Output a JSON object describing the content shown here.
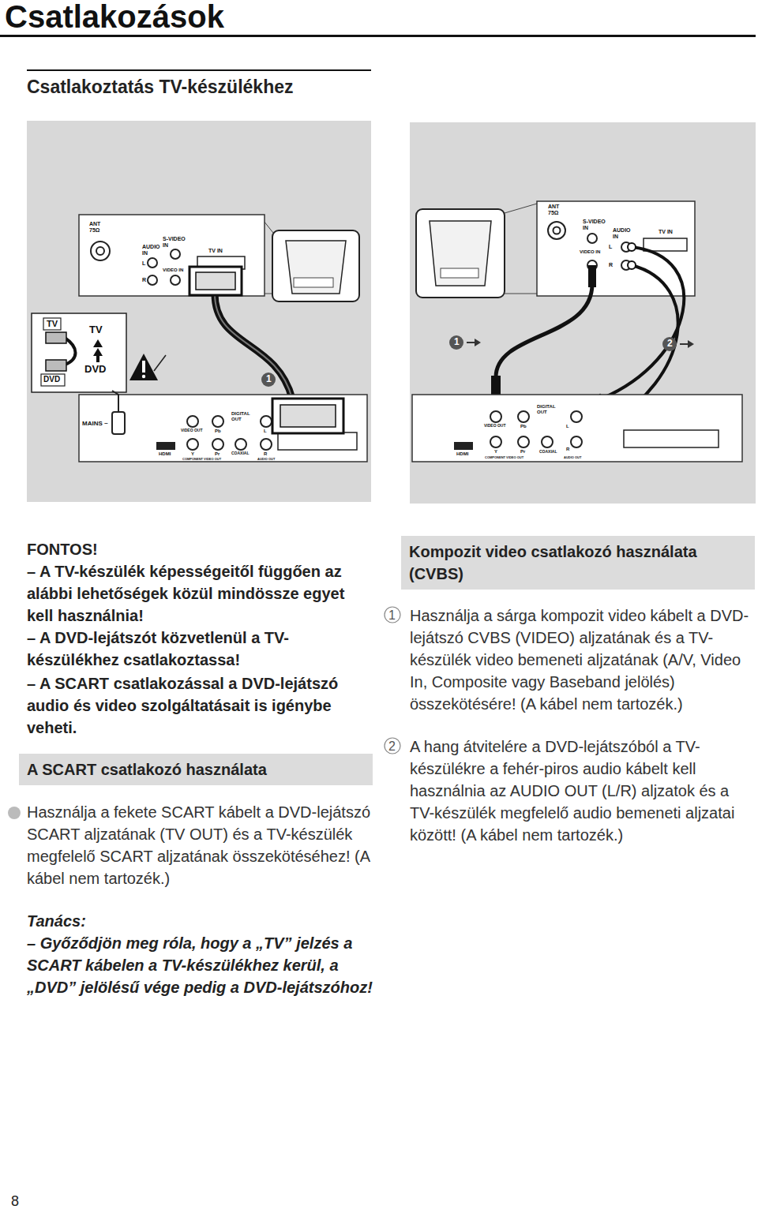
{
  "diagram": {
    "title": "Csatlakozások",
    "nodes": [
      {
        "text": [
          "A SCART csatlakozó használata"
        ]
      },
      {
        "text": [
          "Kompozit video csatlakozó használata (CVBS)"
        ]
      }
    ],
    "labels": [
      "Csatlakoztatás TV-készülékhez",
      "ANT 75Ω",
      "S-VIDEO IN",
      "AUDIO IN",
      "L",
      "R",
      "VIDEO IN",
      "TV IN",
      "TV",
      "TV",
      "DVD",
      "DVD",
      "MAINS ~",
      "HDMI",
      "VIDEO OUT",
      "Pb",
      "Y",
      "Pr",
      "COMPONENT VIDEO OUT",
      "DIGITAL OUT",
      "COAXIAL",
      "L",
      "R",
      "AUDIO OUT",
      "1",
      "ANT 75Ω",
      "S-VIDEO IN",
      "AUDIO IN",
      "L",
      "R",
      "VIDEO IN",
      "TV IN",
      "1",
      "2",
      "HDMI",
      "VIDEO OUT",
      "Pb",
      "Y",
      "Pr",
      "COMPONENT VIDEO OUT",
      "DIGITAL OUT",
      "COAXIAL",
      "L",
      "R",
      "AUDIO OUT",
      "FONTOS!",
      "– A TV-készülék képességeitől függően az alábbi lehetőségek közül mindössze egyet kell használnia!",
      "– A DVD-lejátszót közvetlenül a TV-készülékhez csatlakoztassa!",
      "– A SCART csatlakozással a DVD-lejátszó audio és video szolgáltatásait is igénybe veheti.",
      "Használja a fekete SCART kábelt a DVD-lejátszó SCART aljzatának (TV OUT) és a TV-készülék megfelelő SCART aljzatának összekötéséhez! (A kábel nem tartozék.)",
      "Tanács:",
      "– Győződjön meg róla, hogy a „TV” jelzés a SCART kábelen a TV-készülékhez kerül, a „DVD” jelölésű vége pedig a DVD-lejátszóhoz!",
      "1",
      "Használja a sárga kompozit video kábelt a DVD-lejátszó CVBS (VIDEO) aljzatának és a TV-készülék video bemeneti aljzatának (A/V, Video In, Composite vagy Baseband jelölés) összekötésére! (A kábel nem tartozék.)",
      "2",
      "A hang átvitelére a DVD-lejátszóból a TV-készülékre a fehér-piros audio kábelt kell használnia az AUDIO OUT (L/R) aljzatok és a TV-készülék megfelelő audio bemeneti aljzatai között! (A kábel nem tartozék.)",
      "8"
    ]
  }
}
